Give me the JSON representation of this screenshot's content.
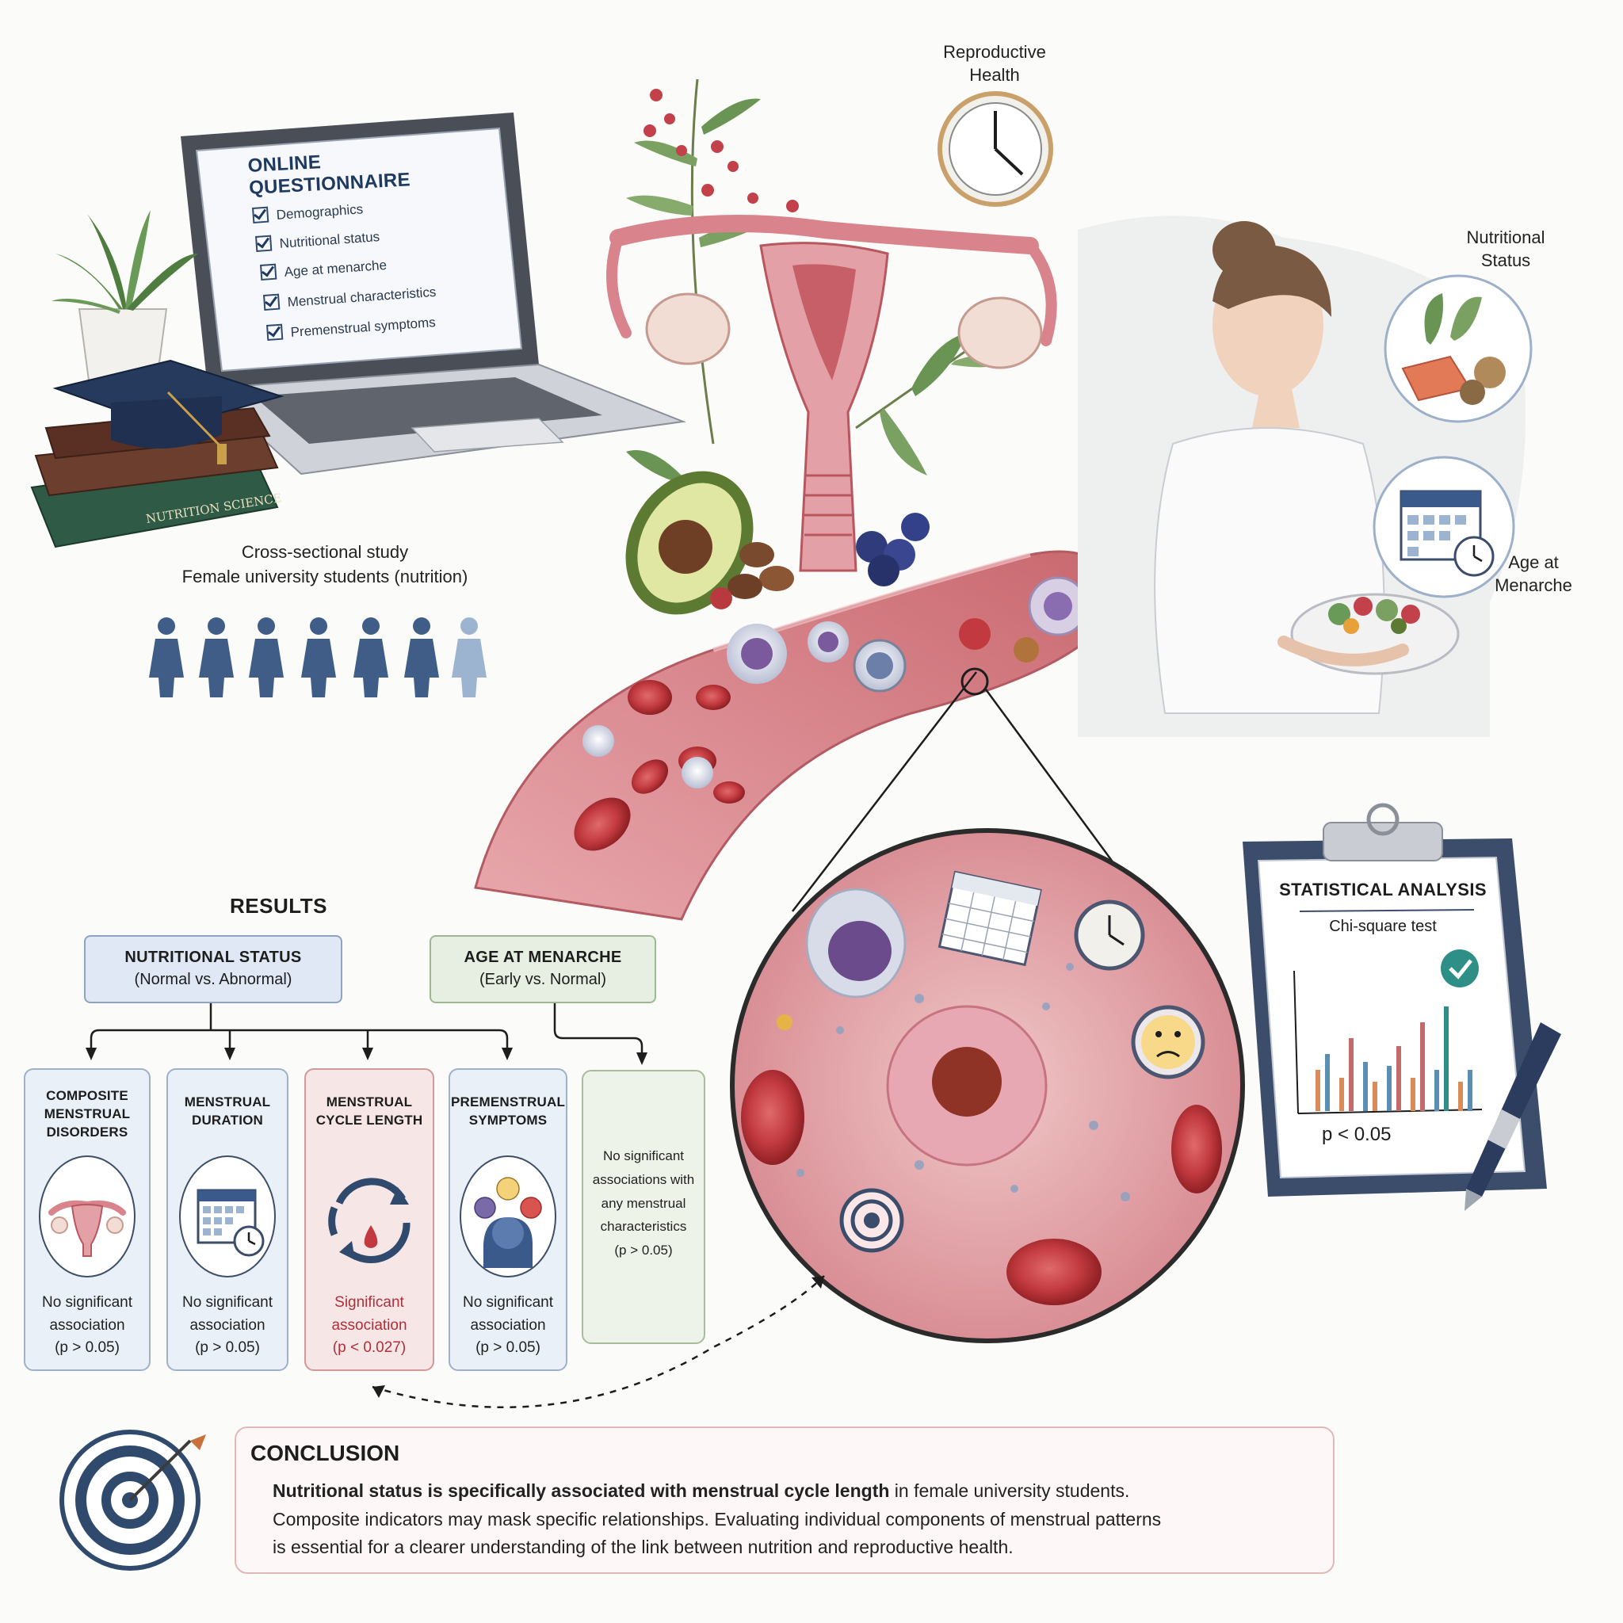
{
  "questionnaire": {
    "title": "ONLINE QUESTIONNAIRE",
    "items": [
      "Demographics",
      "Nutritional status",
      "Age at menarche",
      "Menstrual characteristics",
      "Premenstrual symptoms"
    ]
  },
  "book_spine": "NUTRITION SCIENCE",
  "study": {
    "line1": "Cross-sectional study",
    "line2": "Female university students (nutrition)"
  },
  "labels": {
    "reproductive_health": [
      "Reproductive",
      "Health"
    ],
    "nutritional_status": [
      "Nutritional",
      "Status"
    ],
    "age_at_menarche": [
      "Age at",
      "Menarche"
    ]
  },
  "results": {
    "title": "RESULTS",
    "nutritional": {
      "title": "NUTRITIONAL STATUS",
      "sub": "(Normal vs. Abnormal)"
    },
    "menarche": {
      "title": "AGE AT MENARCHE",
      "sub": "(Early vs. Normal)"
    },
    "cards": [
      {
        "head": [
          "COMPOSITE",
          "MENSTRUAL",
          "DISORDERS"
        ],
        "foot": [
          "No significant",
          "association",
          "(p > 0.05)"
        ]
      },
      {
        "head": [
          "MENSTRUAL",
          "DURATION"
        ],
        "foot": [
          "No significant",
          "association",
          "(p > 0.05)"
        ]
      },
      {
        "head": [
          "MENSTRUAL",
          "CYCLE LENGTH"
        ],
        "foot": [
          "Significant",
          "association",
          "(p < 0.027)"
        ]
      },
      {
        "head": [
          "PREMENSTRUAL",
          "SYMPTOMS"
        ],
        "foot": [
          "No significant",
          "association",
          "(p > 0.05)"
        ]
      }
    ],
    "menarche_note": [
      "No significant",
      "associations with",
      "any menstrual",
      "characteristics",
      "(p > 0.05)"
    ]
  },
  "stats": {
    "title": "STATISTICAL ANALYSIS",
    "test": "Chi-square test",
    "pvalue": "p < 0.05"
  },
  "conclusion": {
    "title": "CONCLUSION",
    "bold": "Nutritional status is specifically associated with menstrual cycle length",
    "rest1": " in female university students.",
    "line2": "Composite indicators may mask specific relationships. Evaluating individual components of menstrual patterns",
    "line3": "is essential for a clearer understanding of the link between nutrition and reproductive health."
  },
  "colors": {
    "navy": "#2f4a6d",
    "blue_box": "#dfe8f4",
    "green_box": "#e6efe2",
    "red_card": "#f7e6e6",
    "significant": "#b0303a",
    "tissue": "#d9848c"
  }
}
